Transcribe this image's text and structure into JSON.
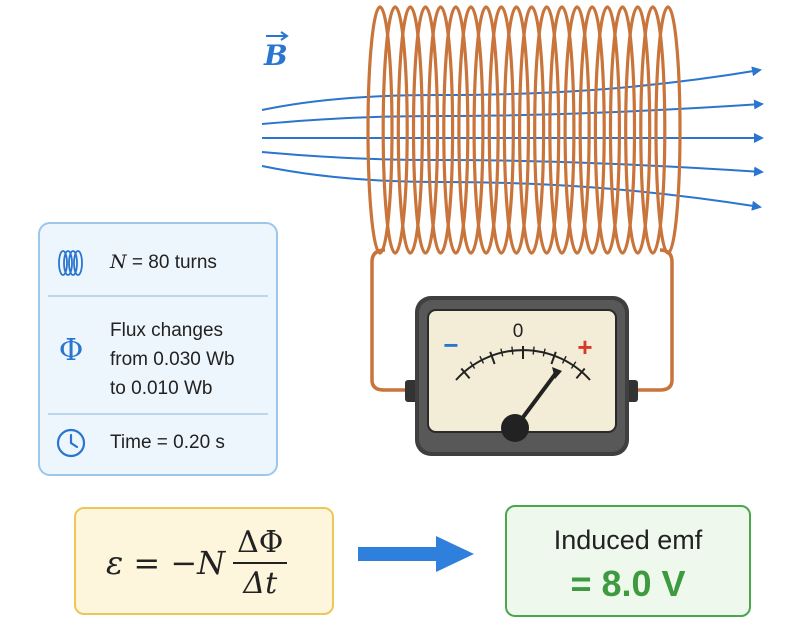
{
  "field_label": "B",
  "coil": {
    "turns": 80
  },
  "meter": {
    "zero_label": "0",
    "minus_label": "−",
    "plus_label": "+"
  },
  "info": {
    "turns_text": "= 80 turns",
    "turns_symbol": "N",
    "flux_symbol": "Φ",
    "flux_lines": [
      "Flux changes",
      "from 0.030 Wb",
      "to 0.010 Wb"
    ],
    "time_text": "Time = 0.20 s"
  },
  "formula": {
    "lhs": "ε = −N",
    "numerator": "ΔΦ",
    "denominator": "Δt"
  },
  "result": {
    "label": "Induced emf",
    "value": "= 8.0 V"
  },
  "colors": {
    "copper": "#c8743a",
    "field": "#2a75d0",
    "result_green": "#3e9a3e",
    "minus": "#2a75d0",
    "plus": "#d83a2a"
  }
}
